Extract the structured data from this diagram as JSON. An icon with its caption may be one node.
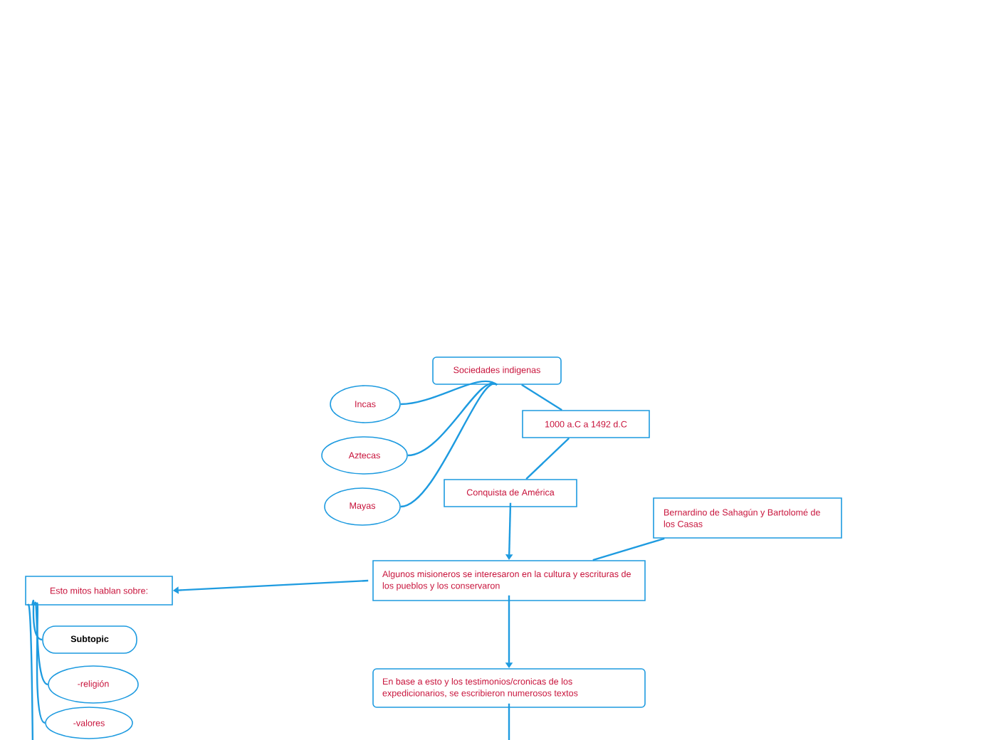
{
  "diagram": {
    "nodes": [
      {
        "text": [
          "Sociedades indigenas"
        ]
      },
      {
        "text": [
          "Incas"
        ]
      },
      {
        "text": [
          "Aztecas"
        ]
      },
      {
        "text": [
          "Mayas"
        ]
      },
      {
        "text": [
          "1000 a.C a 1492 d.C"
        ]
      },
      {
        "text": [
          "Conquista de América"
        ]
      },
      {
        "text": [
          "Bernardino de Sahagún y Bartolomé de los Casas"
        ]
      },
      {
        "text": [
          "Algunos misioneros se interesaron en la cultura y escrituras de los pueblos y los conservaron"
        ]
      },
      {
        "text": [
          "Esto mitos hablan sobre:"
        ]
      },
      {
        "text": [
          "Subtopic"
        ]
      },
      {
        "text": [
          "-religión"
        ]
      },
      {
        "text": [
          "-valores"
        ]
      },
      {
        "text": [
          "En base a esto y los testimonios/cronicas de los expedicionarios, se escribieron numerosos textos"
        ]
      }
    ],
    "edges": [
      {
        "from": 1,
        "to": 0,
        "arrow": "none"
      },
      {
        "from": 2,
        "to": 0,
        "arrow": "none"
      },
      {
        "from": 3,
        "to": 0,
        "arrow": "none"
      },
      {
        "from": 0,
        "to": 4,
        "arrow": "none"
      },
      {
        "from": 4,
        "to": 5,
        "arrow": "none"
      },
      {
        "from": 5,
        "to": 7,
        "arrow": "to"
      },
      {
        "from": 6,
        "to": 7,
        "arrow": "none"
      },
      {
        "from": 7,
        "to": 8,
        "arrow": "to"
      },
      {
        "from": 7,
        "to": 12,
        "arrow": "to"
      },
      {
        "from": 8,
        "to": 9,
        "arrow": "none"
      },
      {
        "from": 8,
        "to": 10,
        "arrow": "none"
      },
      {
        "from": 8,
        "to": 11,
        "arrow": "none"
      },
      {
        "from": 8,
        "to": null,
        "arrow": "none"
      },
      {
        "from": 12,
        "to": null,
        "arrow": "none"
      }
    ]
  }
}
